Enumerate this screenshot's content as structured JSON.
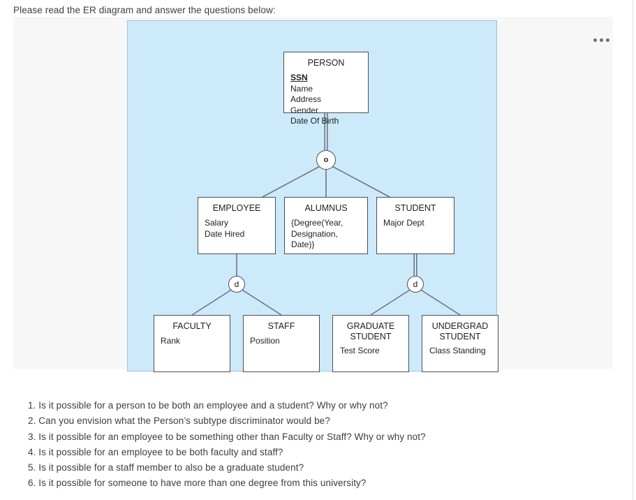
{
  "prompt": "Please read the ER diagram and answer the questions below:",
  "overflow_menu": {
    "label": "•••",
    "name": "more-options"
  },
  "colors": {
    "canvas_background": "#cdeafb",
    "container_background": "#f7f7f7",
    "entity_border": "#4a4f55",
    "entity_fill": "#ffffff",
    "text": "#1f1f1f",
    "body_text": "#3d3d3d"
  },
  "diagram": {
    "type": "er-specialization",
    "entities": [
      {
        "id": "person",
        "title": "PERSON",
        "attributes": [
          {
            "label": "SSN",
            "primary_key": true
          },
          {
            "label": "Name",
            "primary_key": false
          },
          {
            "label": "Address",
            "primary_key": false
          },
          {
            "label": "Gender",
            "primary_key": false
          },
          {
            "label": "Date Of Birth",
            "primary_key": false
          }
        ]
      },
      {
        "id": "employee",
        "title": "EMPLOYEE",
        "attributes": [
          {
            "label": "Salary",
            "primary_key": false
          },
          {
            "label": "Date Hired",
            "primary_key": false
          }
        ]
      },
      {
        "id": "alumnus",
        "title": "ALUMNUS",
        "attributes": [
          {
            "label": "{Degree(Year,\nDesignation,\nDate)}",
            "primary_key": false
          }
        ]
      },
      {
        "id": "student",
        "title": "STUDENT",
        "attributes": [
          {
            "label": "Major Dept",
            "primary_key": false
          }
        ]
      },
      {
        "id": "faculty",
        "title": "FACULTY",
        "attributes": [
          {
            "label": "Rank",
            "primary_key": false
          }
        ]
      },
      {
        "id": "staff",
        "title": "STAFF",
        "attributes": [
          {
            "label": "Position",
            "primary_key": false
          }
        ]
      },
      {
        "id": "graduate-student",
        "title": "GRADUATE\nSTUDENT",
        "attributes": [
          {
            "label": "Test Score",
            "primary_key": false
          }
        ]
      },
      {
        "id": "undergrad-student",
        "title": "UNDERGRAD\nSTUDENT",
        "attributes": [
          {
            "label": "Class Standing",
            "primary_key": false
          }
        ]
      }
    ],
    "specializations": [
      {
        "id": "person-spec",
        "symbol": "o",
        "meaning": "overlapping",
        "superclass": "person",
        "subclasses": [
          "employee",
          "alumnus",
          "student"
        ],
        "participation": "total"
      },
      {
        "id": "employee-spec",
        "symbol": "d",
        "meaning": "disjoint",
        "superclass": "employee",
        "subclasses": [
          "faculty",
          "staff"
        ],
        "participation": "partial"
      },
      {
        "id": "student-spec",
        "symbol": "d",
        "meaning": "disjoint",
        "superclass": "student",
        "subclasses": [
          "graduate-student",
          "undergrad-student"
        ],
        "participation": "total"
      }
    ]
  },
  "questions": [
    "1. Is it possible for a person to be both an employee and a student? Why or why not?",
    "2. Can you envision what the Person’s subtype discriminator would be?",
    "3. Is it possible for an employee to be something other than Faculty or Staff? Why or why not?",
    "4. Is it possible for an employee to be both faculty and staff?",
    "5. Is it possible for a staff member to also be a graduate student?",
    "6. Is it possible for someone to have more than one degree from this university?"
  ]
}
